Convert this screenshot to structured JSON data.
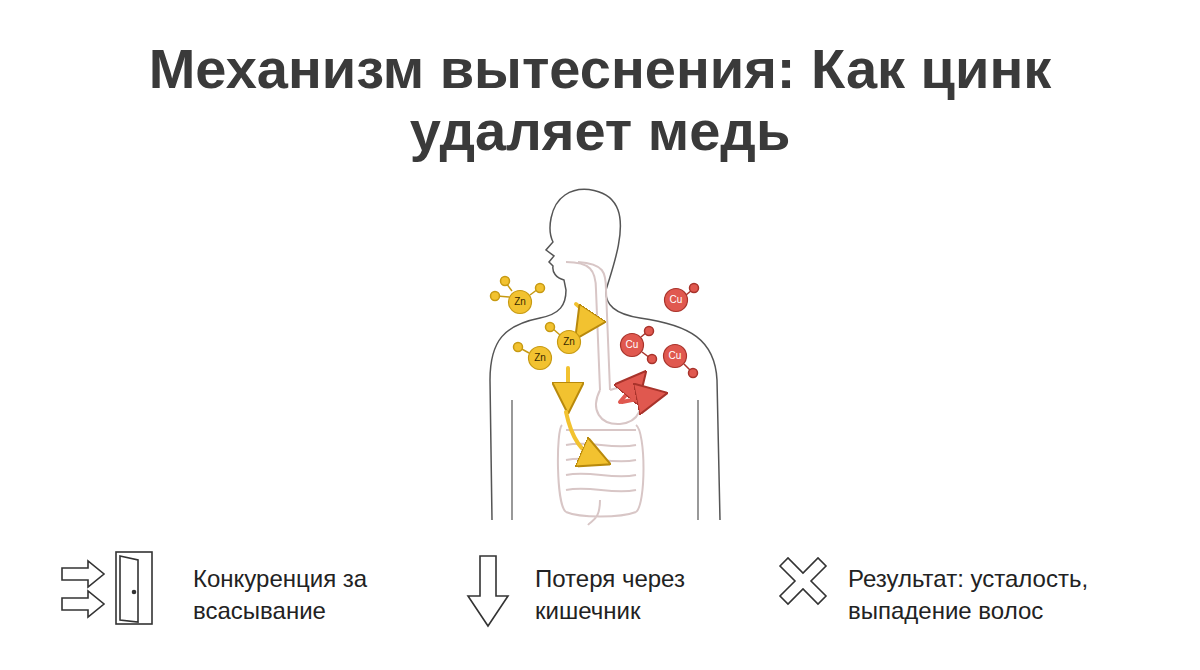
{
  "diagram": {
    "title": "Механизм вытеснения: Как цинк удаляет медь",
    "nodes": [
      {
        "text": [
          "Zn"
        ]
      },
      {
        "text": [
          "Cu"
        ]
      },
      {
        "text": [
          "Zn"
        ]
      },
      {
        "text": [
          "Cu"
        ]
      },
      {
        "text": [
          "Zn"
        ]
      },
      {
        "text": [
          "Cu"
        ]
      }
    ],
    "labels": [
      "Конкуренция за всасывание",
      "Потеря через кишечник",
      "Результат: усталость, выпадение волос"
    ]
  }
}
